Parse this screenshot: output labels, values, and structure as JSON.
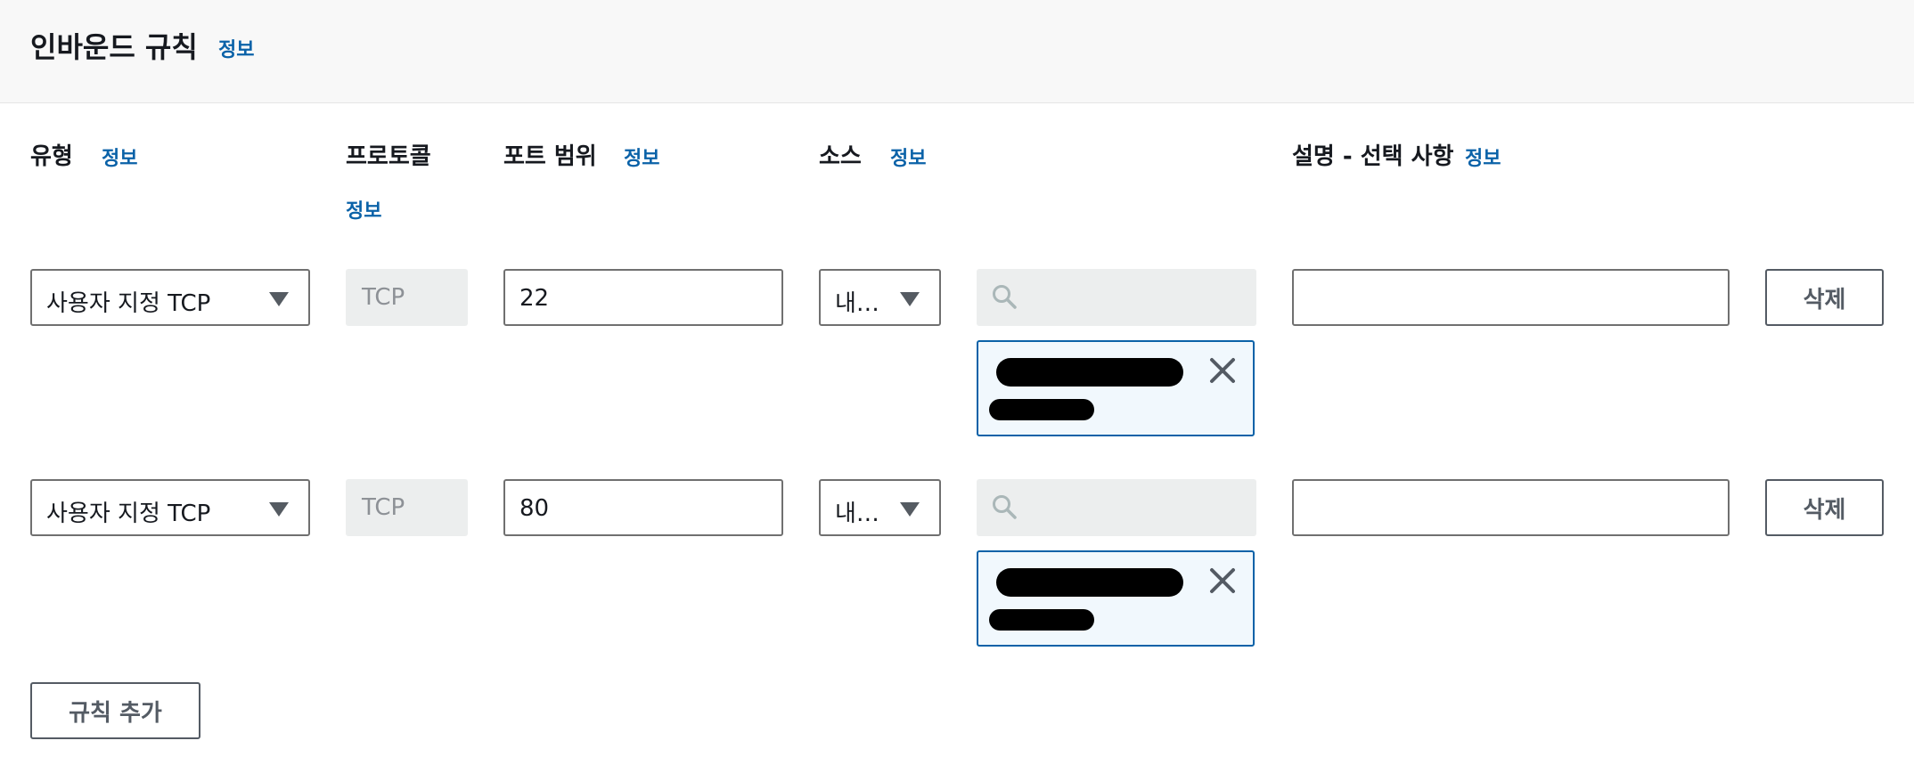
{
  "header": {
    "title": "인바운드 규칙",
    "info": "정보"
  },
  "columns": {
    "type": {
      "label": "유형",
      "info": "정보"
    },
    "protocol": {
      "label": "프로토콜",
      "info": "정보"
    },
    "port_range": {
      "label": "포트 범위",
      "info": "정보"
    },
    "source": {
      "label": "소스",
      "info": "정보"
    },
    "description": {
      "label": "설명 - 선택 사항",
      "info": "정보"
    }
  },
  "rules": [
    {
      "type": "사용자 지정 TCP",
      "protocol": "TCP",
      "port": "22",
      "source_type": "내…",
      "search_value": "",
      "description": "",
      "delete_label": "삭제"
    },
    {
      "type": "사용자 지정 TCP",
      "protocol": "TCP",
      "port": "80",
      "source_type": "내…",
      "search_value": "",
      "description": "",
      "delete_label": "삭제"
    }
  ],
  "add_rule_label": "규칙 추가",
  "colors": {
    "link": "#0a62a8",
    "border": "#707070",
    "readonly_bg": "#eceeee",
    "token_border": "#0a62a8",
    "token_bg": "#f1f8fd"
  },
  "icons": {
    "dropdown": "caret-down-icon",
    "search": "search-icon",
    "remove": "close-icon"
  }
}
